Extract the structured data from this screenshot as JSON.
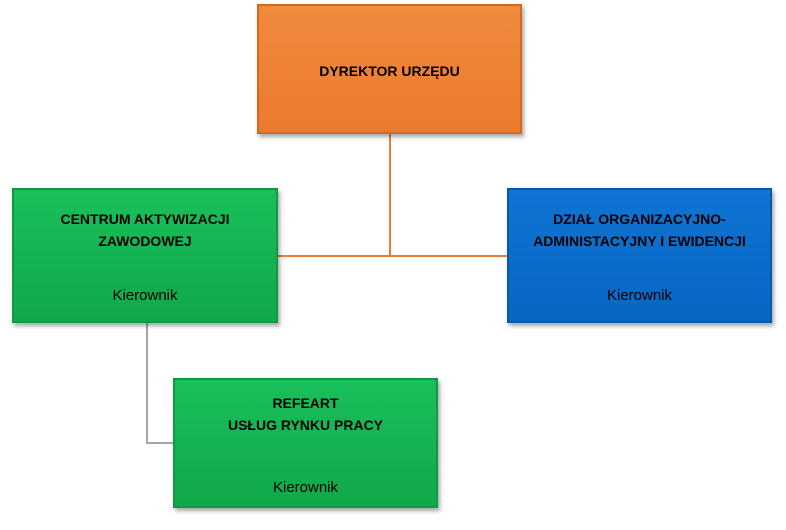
{
  "nodes": {
    "director": {
      "title": "DYREKTOR URZĘDU"
    },
    "centrum": {
      "title": "CENTRUM AKTYWIZACJI\nZAWODOWEJ",
      "role": "Kierownik"
    },
    "dzial": {
      "title": "DZIAŁ ORGANIZACYJNO-\nADMINISTACYJNY I EWIDENCJI",
      "role": "Kierownik"
    },
    "referat": {
      "title": "REFEART\nUSŁUG RYNKU PRACY",
      "role": "Kierownik"
    }
  },
  "colors": {
    "director": "#ED7D31",
    "centrum": "#12B050",
    "dzial": "#0670CC",
    "referat": "#12B050",
    "connector_orange": "#ED7D31",
    "connector_gray": "#A6A6A6"
  }
}
